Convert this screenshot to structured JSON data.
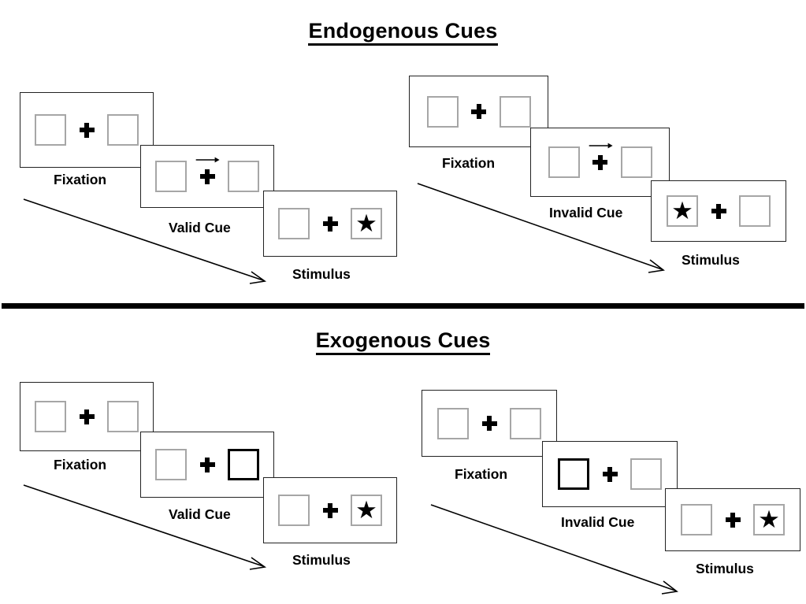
{
  "figure": {
    "sections": [
      {
        "id": "endogenous",
        "title": "Endogenous Cues",
        "trials": [
          {
            "id": "endogenous-valid",
            "frames": [
              {
                "caption": "Fixation",
                "left_box": "empty",
                "right_box": "empty",
                "cue": "none",
                "arrow_direction": ""
              },
              {
                "caption": "Valid Cue",
                "left_box": "empty",
                "right_box": "empty",
                "cue": "central-arrow",
                "arrow_direction": "right"
              },
              {
                "caption": "Stimulus",
                "left_box": "empty",
                "right_box": "star",
                "cue": "none",
                "arrow_direction": ""
              }
            ]
          },
          {
            "id": "endogenous-invalid",
            "frames": [
              {
                "caption": "Fixation",
                "left_box": "empty",
                "right_box": "empty",
                "cue": "none",
                "arrow_direction": ""
              },
              {
                "caption": "Invalid Cue",
                "left_box": "empty",
                "right_box": "empty",
                "cue": "central-arrow",
                "arrow_direction": "right"
              },
              {
                "caption": "Stimulus",
                "left_box": "star",
                "right_box": "empty",
                "cue": "none",
                "arrow_direction": ""
              }
            ]
          }
        ]
      },
      {
        "id": "exogenous",
        "title": "Exogenous Cues",
        "trials": [
          {
            "id": "exogenous-valid",
            "frames": [
              {
                "caption": "Fixation",
                "left_box": "empty",
                "right_box": "empty",
                "cue": "none",
                "arrow_direction": ""
              },
              {
                "caption": "Valid Cue",
                "left_box": "empty",
                "right_box": "cued",
                "cue": "peripheral-box",
                "arrow_direction": ""
              },
              {
                "caption": "Stimulus",
                "left_box": "empty",
                "right_box": "star",
                "cue": "none",
                "arrow_direction": ""
              }
            ]
          },
          {
            "id": "exogenous-invalid",
            "frames": [
              {
                "caption": "Fixation",
                "left_box": "empty",
                "right_box": "empty",
                "cue": "none",
                "arrow_direction": ""
              },
              {
                "caption": "Invalid Cue",
                "left_box": "cued",
                "right_box": "empty",
                "cue": "peripheral-box",
                "arrow_direction": ""
              },
              {
                "caption": "Stimulus",
                "left_box": "empty",
                "right_box": "star",
                "cue": "none",
                "arrow_direction": ""
              }
            ]
          }
        ]
      }
    ],
    "glyphs": {
      "star": "★",
      "fixation_cross": "+"
    },
    "colors": {
      "box_border": "#a6a6a6",
      "cued_box_border": "#000000",
      "panel_border": "#222222",
      "ink": "#000000",
      "background": "#ffffff"
    },
    "time_arrows": {
      "count": 4,
      "meaning": "time"
    }
  }
}
